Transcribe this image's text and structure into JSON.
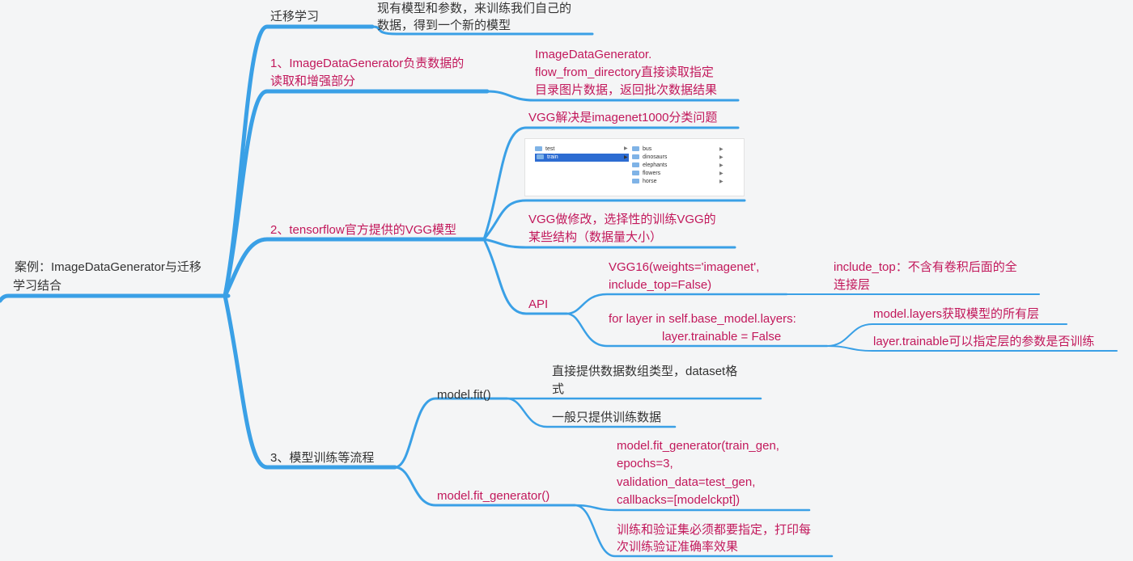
{
  "root": {
    "line1": "案例：ImageDataGenerator与迁移",
    "line2": "学习结合"
  },
  "branch_transfer": {
    "label": "迁移学习",
    "desc_line1": "现有模型和参数，来训练我们自己的",
    "desc_line2": "数据，得到一个新的模型"
  },
  "branch_1": {
    "line1": "1、ImageDataGenerator负责数据的",
    "line2": "读取和增强部分",
    "desc_line1": "ImageDataGenerator.",
    "desc_line2": "flow_from_directory直接读取指定",
    "desc_line3": "目录图片数据，返回批次数据结果"
  },
  "branch_2": {
    "label": "2、tensorflow官方提供的VGG模型",
    "vgg_solves": "VGG解决是imagenet1000分类问题",
    "screenshot": {
      "left_items": [
        "test",
        "train"
      ],
      "right_items": [
        "bus",
        "dinosaurs",
        "elephants",
        "flowers",
        "horse"
      ]
    },
    "vgg_modify_line1": "VGG做修改，选择性的训练VGG的",
    "vgg_modify_line2": "某些结构（数据量大小）",
    "api": {
      "label": "API",
      "vgg16_line1": "VGG16(weights='imagenet',",
      "vgg16_line2": "include_top=False)",
      "include_top_line1": "include_top：不含有卷积后面的全",
      "include_top_line2": "连接层",
      "loop_line1": "for layer in self.base_model.layers:",
      "loop_line2": "layer.trainable = False",
      "layers_note": "model.layers获取模型的所有层",
      "trainable_note": "layer.trainable可以指定层的参数是否训练"
    }
  },
  "branch_3": {
    "label": "3、模型训练等流程",
    "fit": {
      "label": "model.fit()",
      "note1_line1": "直接提供数据数组类型，dataset格",
      "note1_line2": "式",
      "note2": "一般只提供训练数据"
    },
    "fit_generator": {
      "label": "model.fit_generator()",
      "code_line1": "model.fit_generator(train_gen,",
      "code_line2": "epochs=3,",
      "code_line3": "validation_data=test_gen,",
      "code_line4": "callbacks=[modelckpt])",
      "note_line1": "训练和验证集必须都要指定，打印每",
      "note_line2": "次训练验证准确率效果"
    }
  },
  "colors": {
    "link": "#3aa0e6",
    "text_dark": "#333333",
    "text_red": "#c2185b",
    "background": "#f4f5f6"
  }
}
